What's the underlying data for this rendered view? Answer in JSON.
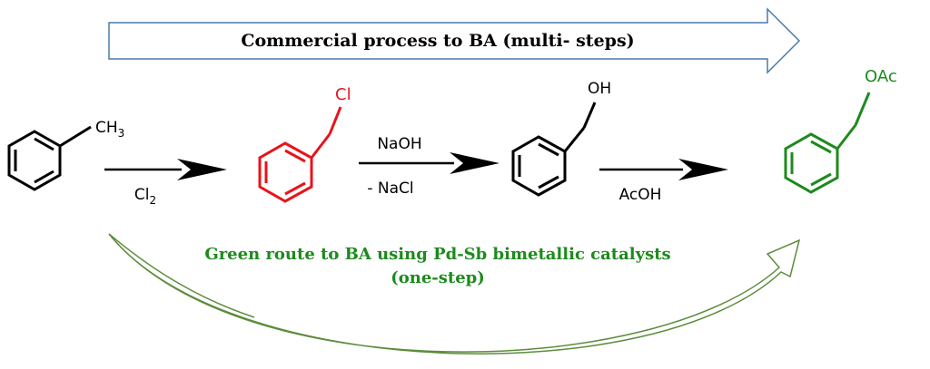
{
  "top_banner": {
    "label": "Commercial process to BA (multi- steps)"
  },
  "molecules": {
    "toluene": {
      "substituent": "CH",
      "substituent_sub": "3"
    },
    "benzyl_chloride": {
      "substituent": "Cl"
    },
    "benzyl_alcohol": {
      "substituent": "OH"
    },
    "benzyl_acetate": {
      "substituent": "OAc"
    }
  },
  "reaction_steps": [
    {
      "reagent_main": "Cl",
      "reagent_sub": "2"
    },
    {
      "reagent_top": "NaOH",
      "reagent_bottom": "- NaCl"
    },
    {
      "reagent_bottom": "AcOH"
    }
  ],
  "green_route": {
    "line1": "Green route to BA using Pd-Sb bimetallic catalysts",
    "line2": "(one-step)"
  },
  "colors": {
    "black": "#000000",
    "red": "#e8141b",
    "green": "#1d8a1d",
    "top_arrow_stroke": "#4a7aa8",
    "bottom_arrow_stroke": "#5c8c3c"
  }
}
